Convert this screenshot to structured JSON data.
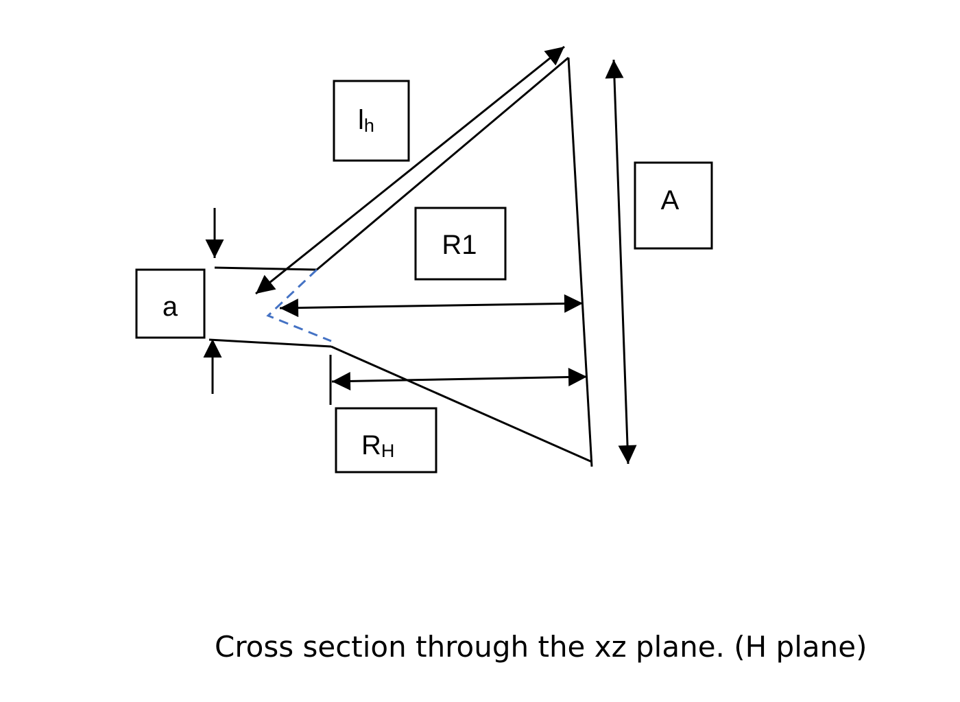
{
  "labels": {
    "lh_main": "l",
    "lh_sub": "h",
    "a": "a",
    "R1": "R1",
    "A": "A",
    "RH_main": "R",
    "RH_sub": "H"
  },
  "caption": "Cross section through the xz plane. (H plane)",
  "colors": {
    "line": "#000000",
    "dashed": "#4472c4"
  }
}
